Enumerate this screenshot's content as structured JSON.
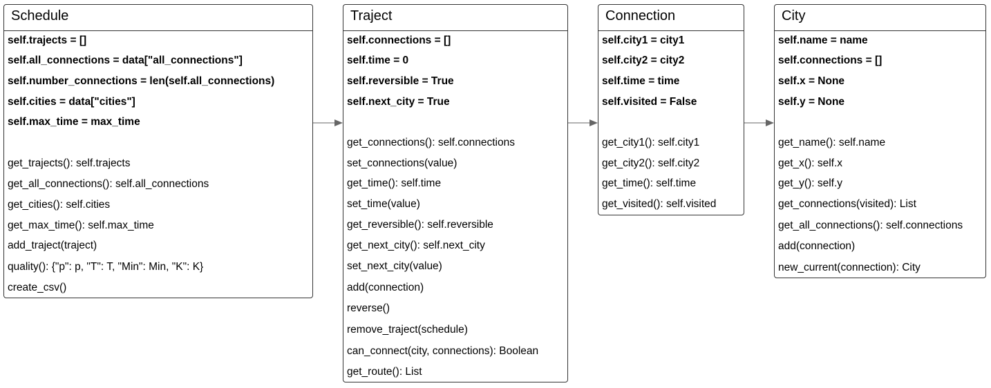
{
  "classes": [
    {
      "id": "schedule",
      "name": "Schedule",
      "attributes": [
        "self.trajects = []",
        "self.all_connections = data[\"all_connections\"]",
        "self.number_connections = len(self.all_connections)",
        "self.cities = data[\"cities\"]",
        "self.max_time = max_time"
      ],
      "methods": [
        "get_trajects(): self.trajects",
        "get_all_connections(): self.all_connections",
        "get_cities(): self.cities",
        "get_max_time(): self.max_time",
        "add_traject(traject)",
        "quality(): {\"p\": p, \"T\": T, \"Min\": Min, \"K\": K}",
        "create_csv()"
      ]
    },
    {
      "id": "traject",
      "name": "Traject",
      "attributes": [
        "self.connections = []",
        "self.time = 0",
        "self.reversible = True",
        "self.next_city = True"
      ],
      "methods": [
        "get_connections(): self.connections",
        "set_connections(value)",
        "get_time(): self.time",
        "set_time(value)",
        "get_reversible(): self.reversible",
        "get_next_city(): self.next_city",
        "set_next_city(value)",
        "add(connection)",
        "reverse()",
        "remove_traject(schedule)",
        "can_connect(city, connections): Boolean",
        "get_route(): List"
      ]
    },
    {
      "id": "connection",
      "name": "Connection",
      "attributes": [
        "self.city1 = city1",
        "self.city2 = city2",
        "self.time = time",
        "self.visited = False"
      ],
      "methods": [
        "get_city1(): self.city1",
        "get_city2(): self.city2",
        "get_time(): self.time",
        "get_visited(): self.visited"
      ]
    },
    {
      "id": "city",
      "name": "City",
      "attributes": [
        "self.name = name",
        "self.connections = []",
        "self.x = None",
        "self.y = None"
      ],
      "methods": [
        "get_name(): self.name",
        "get_x(): self.x",
        "get_y(): self.y",
        "get_connections(visited): List",
        "get_all_connections(): self.connections",
        "add(connection)",
        "new_current(connection): City"
      ]
    }
  ],
  "associations": [
    {
      "from": "schedule",
      "to": "traject"
    },
    {
      "from": "traject",
      "to": "connection"
    },
    {
      "from": "connection",
      "to": "city"
    }
  ],
  "colors": {
    "border": "#333333",
    "arrow": "#666666",
    "background": "#ffffff"
  }
}
